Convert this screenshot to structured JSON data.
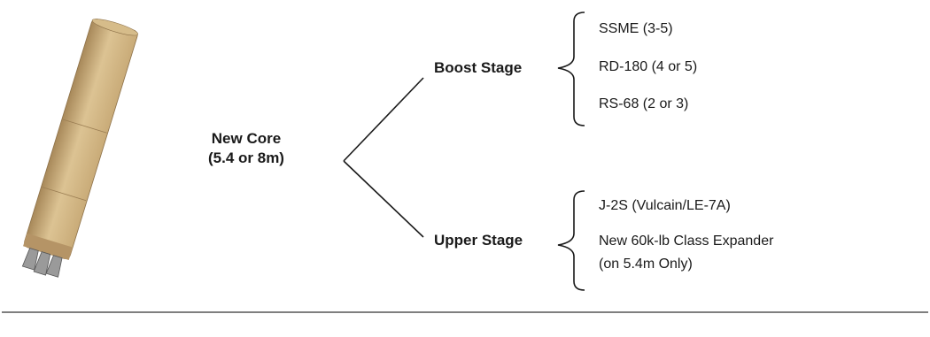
{
  "core": {
    "line1": "New Core",
    "line2": "(5.4 or 8m)"
  },
  "boost": {
    "label": "Boost Stage",
    "options": [
      "SSME (3-5)",
      "RD-180 (4 or 5)",
      "RS-68 (2 or 3)"
    ]
  },
  "upper": {
    "label": "Upper Stage",
    "options": [
      "J-2S (Vulcain/LE-7A)",
      "New 60k-lb Class Expander",
      "(on 5.4m Only)"
    ]
  },
  "colors": {
    "rocket_body": "#c9ab78",
    "rocket_shade": "#a8895a",
    "rocket_highlight": "#dcc393",
    "nozzle": "#9a9a9a",
    "lines": "#1a1a1a",
    "divider": "#555555"
  }
}
